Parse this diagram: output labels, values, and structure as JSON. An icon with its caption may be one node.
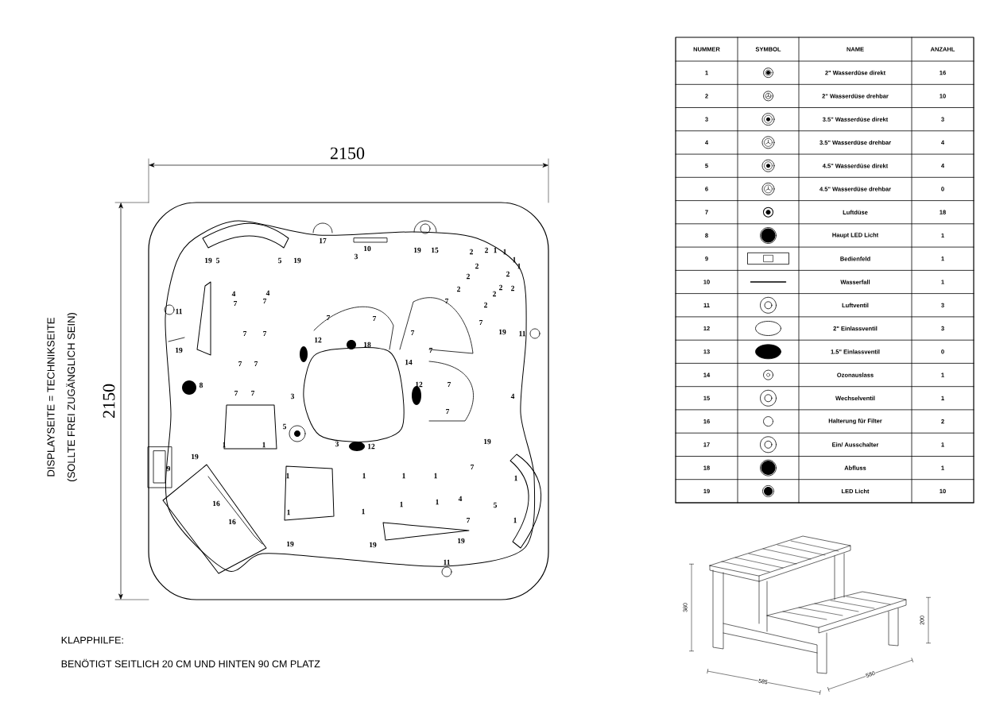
{
  "diagram": {
    "labels": [
      "2150",
      "2150",
      "DISPLAYSEITE = TECHNIKSEITE",
      "(SOLLTE FREI ZUGÄNGLICH SEIN)",
      "17",
      "10",
      "19",
      "15",
      "2",
      "2",
      "1",
      "1",
      "19",
      "5",
      "5",
      "19",
      "3",
      "1",
      "2",
      "1",
      "2",
      "2",
      "2",
      "2",
      "2",
      "4",
      "4",
      "2",
      "7",
      "7",
      "7",
      "2",
      "11",
      "7",
      "7",
      "7",
      "7",
      "7",
      "7",
      "19",
      "11",
      "12",
      "18",
      "19",
      "7",
      "7",
      "7",
      "14",
      "8",
      "12",
      "7",
      "7",
      "7",
      "3",
      "4",
      "7",
      "5",
      "1",
      "1",
      "3",
      "12",
      "19",
      "19",
      "9",
      "7",
      "1",
      "1",
      "1",
      "1",
      "1",
      "16",
      "1",
      "1",
      "4",
      "5",
      "1",
      "1",
      "16",
      "7",
      "1",
      "19",
      "19",
      "19",
      "11",
      "NUMMER",
      "SYMBOL",
      "NAME",
      "ANZAHL",
      "1",
      "2\" Wasserdüse direkt",
      "16",
      "2",
      "2\" Wasserdüse drehbar",
      "10",
      "3",
      "3.5\" Wasserdüse direkt",
      "3",
      "4",
      "3.5\" Wasserdüse drehbar",
      "4",
      "5",
      "4.5\" Wasserdüse direkt",
      "4",
      "6",
      "4.5\" Wasserdüse drehbar",
      "0",
      "7",
      "Luftdüse",
      "18",
      "8",
      "Haupt LED Licht",
      "1",
      "9",
      "Bedienfeld",
      "1",
      "10",
      "Wasserfall",
      "1",
      "11",
      "Luftventil",
      "3",
      "12",
      "2\" Einlassventil",
      "3",
      "13",
      "1.5\" Einlassventil",
      "0",
      "14",
      "Ozonauslass",
      "1",
      "15",
      "Wechselventil",
      "1",
      "16",
      "Halterung für Filter",
      "2",
      "17",
      "Ein/ Ausschalter",
      "1",
      "18",
      "Abfluss",
      "1",
      "19",
      "LED Licht",
      "10",
      "380",
      "200",
      "585",
      "580",
      "KLAPPHILFE:",
      "BENÖTIGT SEITLICH 20 CM UND HINTEN 90 CM PLATZ"
    ]
  }
}
